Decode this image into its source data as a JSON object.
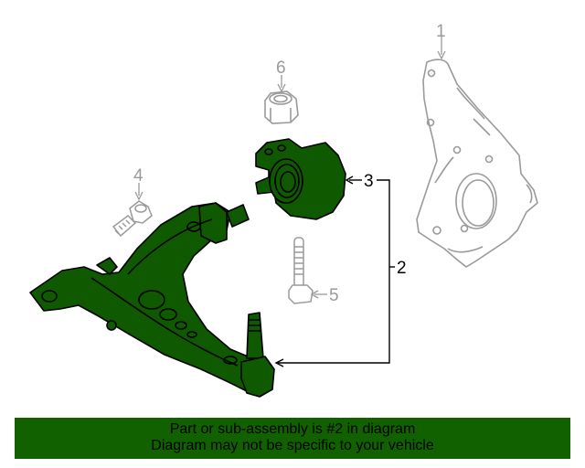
{
  "diagram": {
    "callouts": [
      {
        "number": "1",
        "part": "steering-knuckle",
        "style": "reference"
      },
      {
        "number": "2",
        "part": "lower-control-arm-assembly",
        "style": "highlighted"
      },
      {
        "number": "3",
        "part": "control-arm-bushing",
        "style": "highlighted"
      },
      {
        "number": "4",
        "part": "bolt",
        "style": "reference"
      },
      {
        "number": "5",
        "part": "bolt",
        "style": "reference"
      },
      {
        "number": "6",
        "part": "nut",
        "style": "reference"
      }
    ],
    "colors": {
      "highlight_fill": "#0f5a00",
      "reference_line": "#9a9a9a",
      "outline": "#000000"
    }
  },
  "banner": {
    "line1": "Part or sub-assembly is #2 in diagram",
    "line2": "Diagram may not be specific to your vehicle",
    "background": "#116100"
  }
}
